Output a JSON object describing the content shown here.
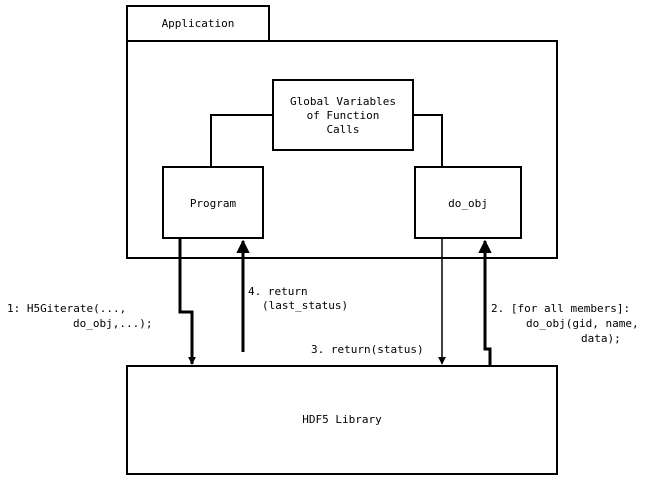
{
  "application": {
    "tab_label": "Application"
  },
  "boxes": {
    "globals": {
      "lines": [
        "Global Variables",
        "of Function",
        "Calls"
      ]
    },
    "program": {
      "label": "Program"
    },
    "do_obj": {
      "label": "do_obj"
    },
    "library": {
      "label": "HDF5 Library"
    }
  },
  "edges": {
    "step1": {
      "lines": [
        "1: H5Giterate(...,",
        "do_obj,...);"
      ]
    },
    "step2": {
      "lines": [
        "2. [for all members]:",
        "do_obj(gid, name,",
        "data);"
      ]
    },
    "step3": {
      "lines": [
        "3. return(status)"
      ]
    },
    "step4": {
      "lines": [
        "4. return",
        "(last_status)"
      ]
    }
  },
  "colors": {
    "stroke": "#000000",
    "background": "#ffffff"
  }
}
